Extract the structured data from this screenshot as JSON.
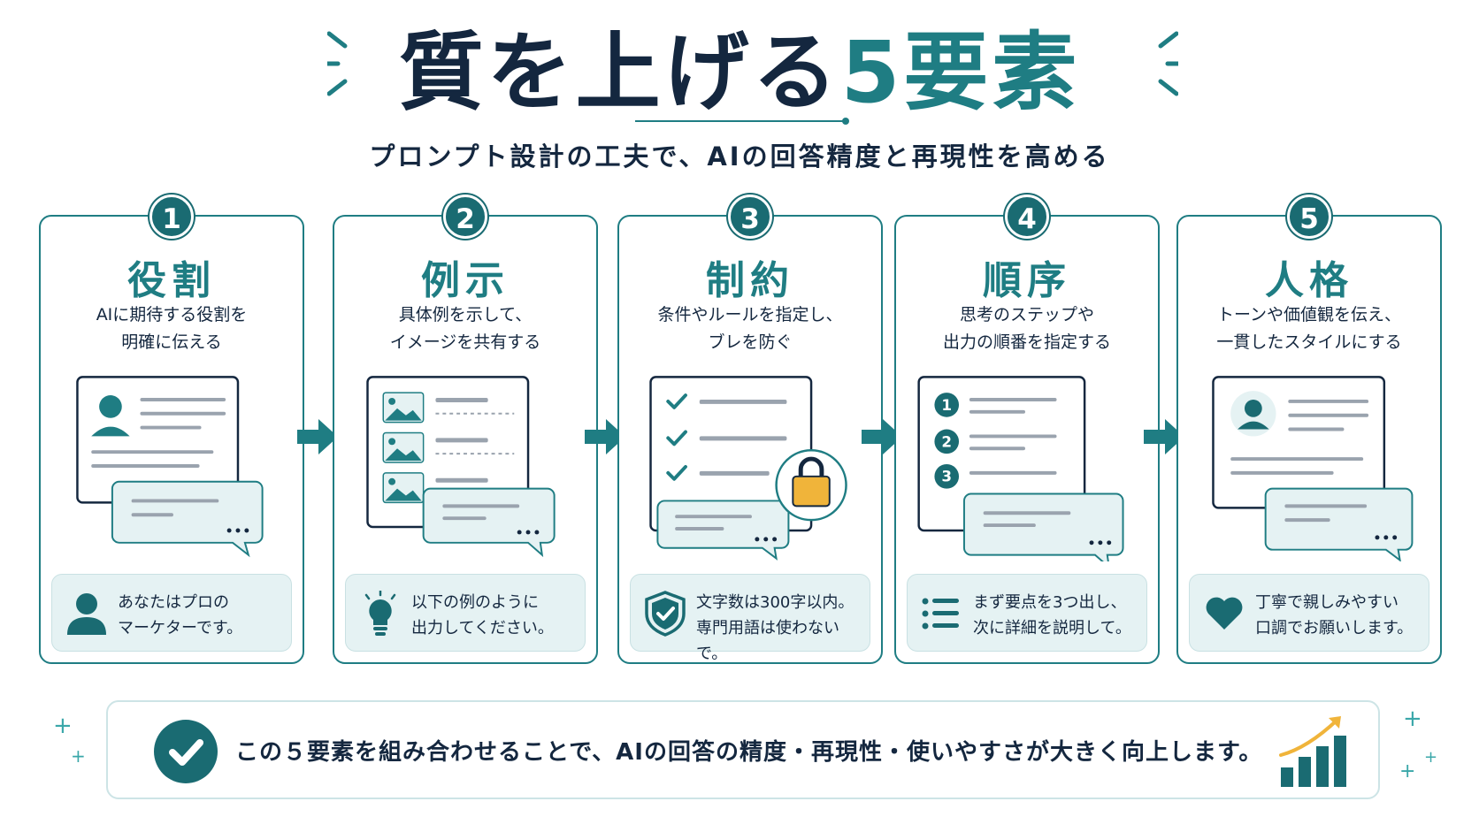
{
  "header": {
    "title_main": "質を上げる",
    "title_accent": "5要素",
    "subtitle": "プロンプト設計の工夫で、AIの回答精度と再現性を高める"
  },
  "cards": [
    {
      "number": "1",
      "title": "役割",
      "description": "AIに期待する役割を\n明確に伝える",
      "example": "あなたはプロの\nマーケターです。",
      "example_icon": "person-icon"
    },
    {
      "number": "2",
      "title": "例示",
      "description": "具体例を示して、\nイメージを共有する",
      "example": "以下の例のように\n出力してください。",
      "example_icon": "lightbulb-icon"
    },
    {
      "number": "3",
      "title": "制約",
      "description": "条件やルールを指定し、\nブレを防ぐ",
      "example": "文字数は300字以内。\n専門用語は使わないで。",
      "example_icon": "shield-check-icon"
    },
    {
      "number": "4",
      "title": "順序",
      "description": "思考のステップや\n出力の順番を指定する",
      "example": "まず要点を3つ出し、\n次に詳細を説明して。",
      "example_icon": "list-icon"
    },
    {
      "number": "5",
      "title": "人格",
      "description": "トーンや価値観を伝え、\n一貫したスタイルにする",
      "example": "丁寧で親しみやすい\n口調でお願いします。",
      "example_icon": "heart-icon"
    }
  ],
  "summary": {
    "text": "この５要素を組み合わせることで、AIの回答の精度・再現性・使いやすさが大きく向上します。"
  },
  "colors": {
    "navy": "#14273f",
    "teal": "#1f7d83",
    "teal_dark": "#1a6b72",
    "pale_teal": "#e5f2f3",
    "lock_gold": "#f0b43a"
  }
}
